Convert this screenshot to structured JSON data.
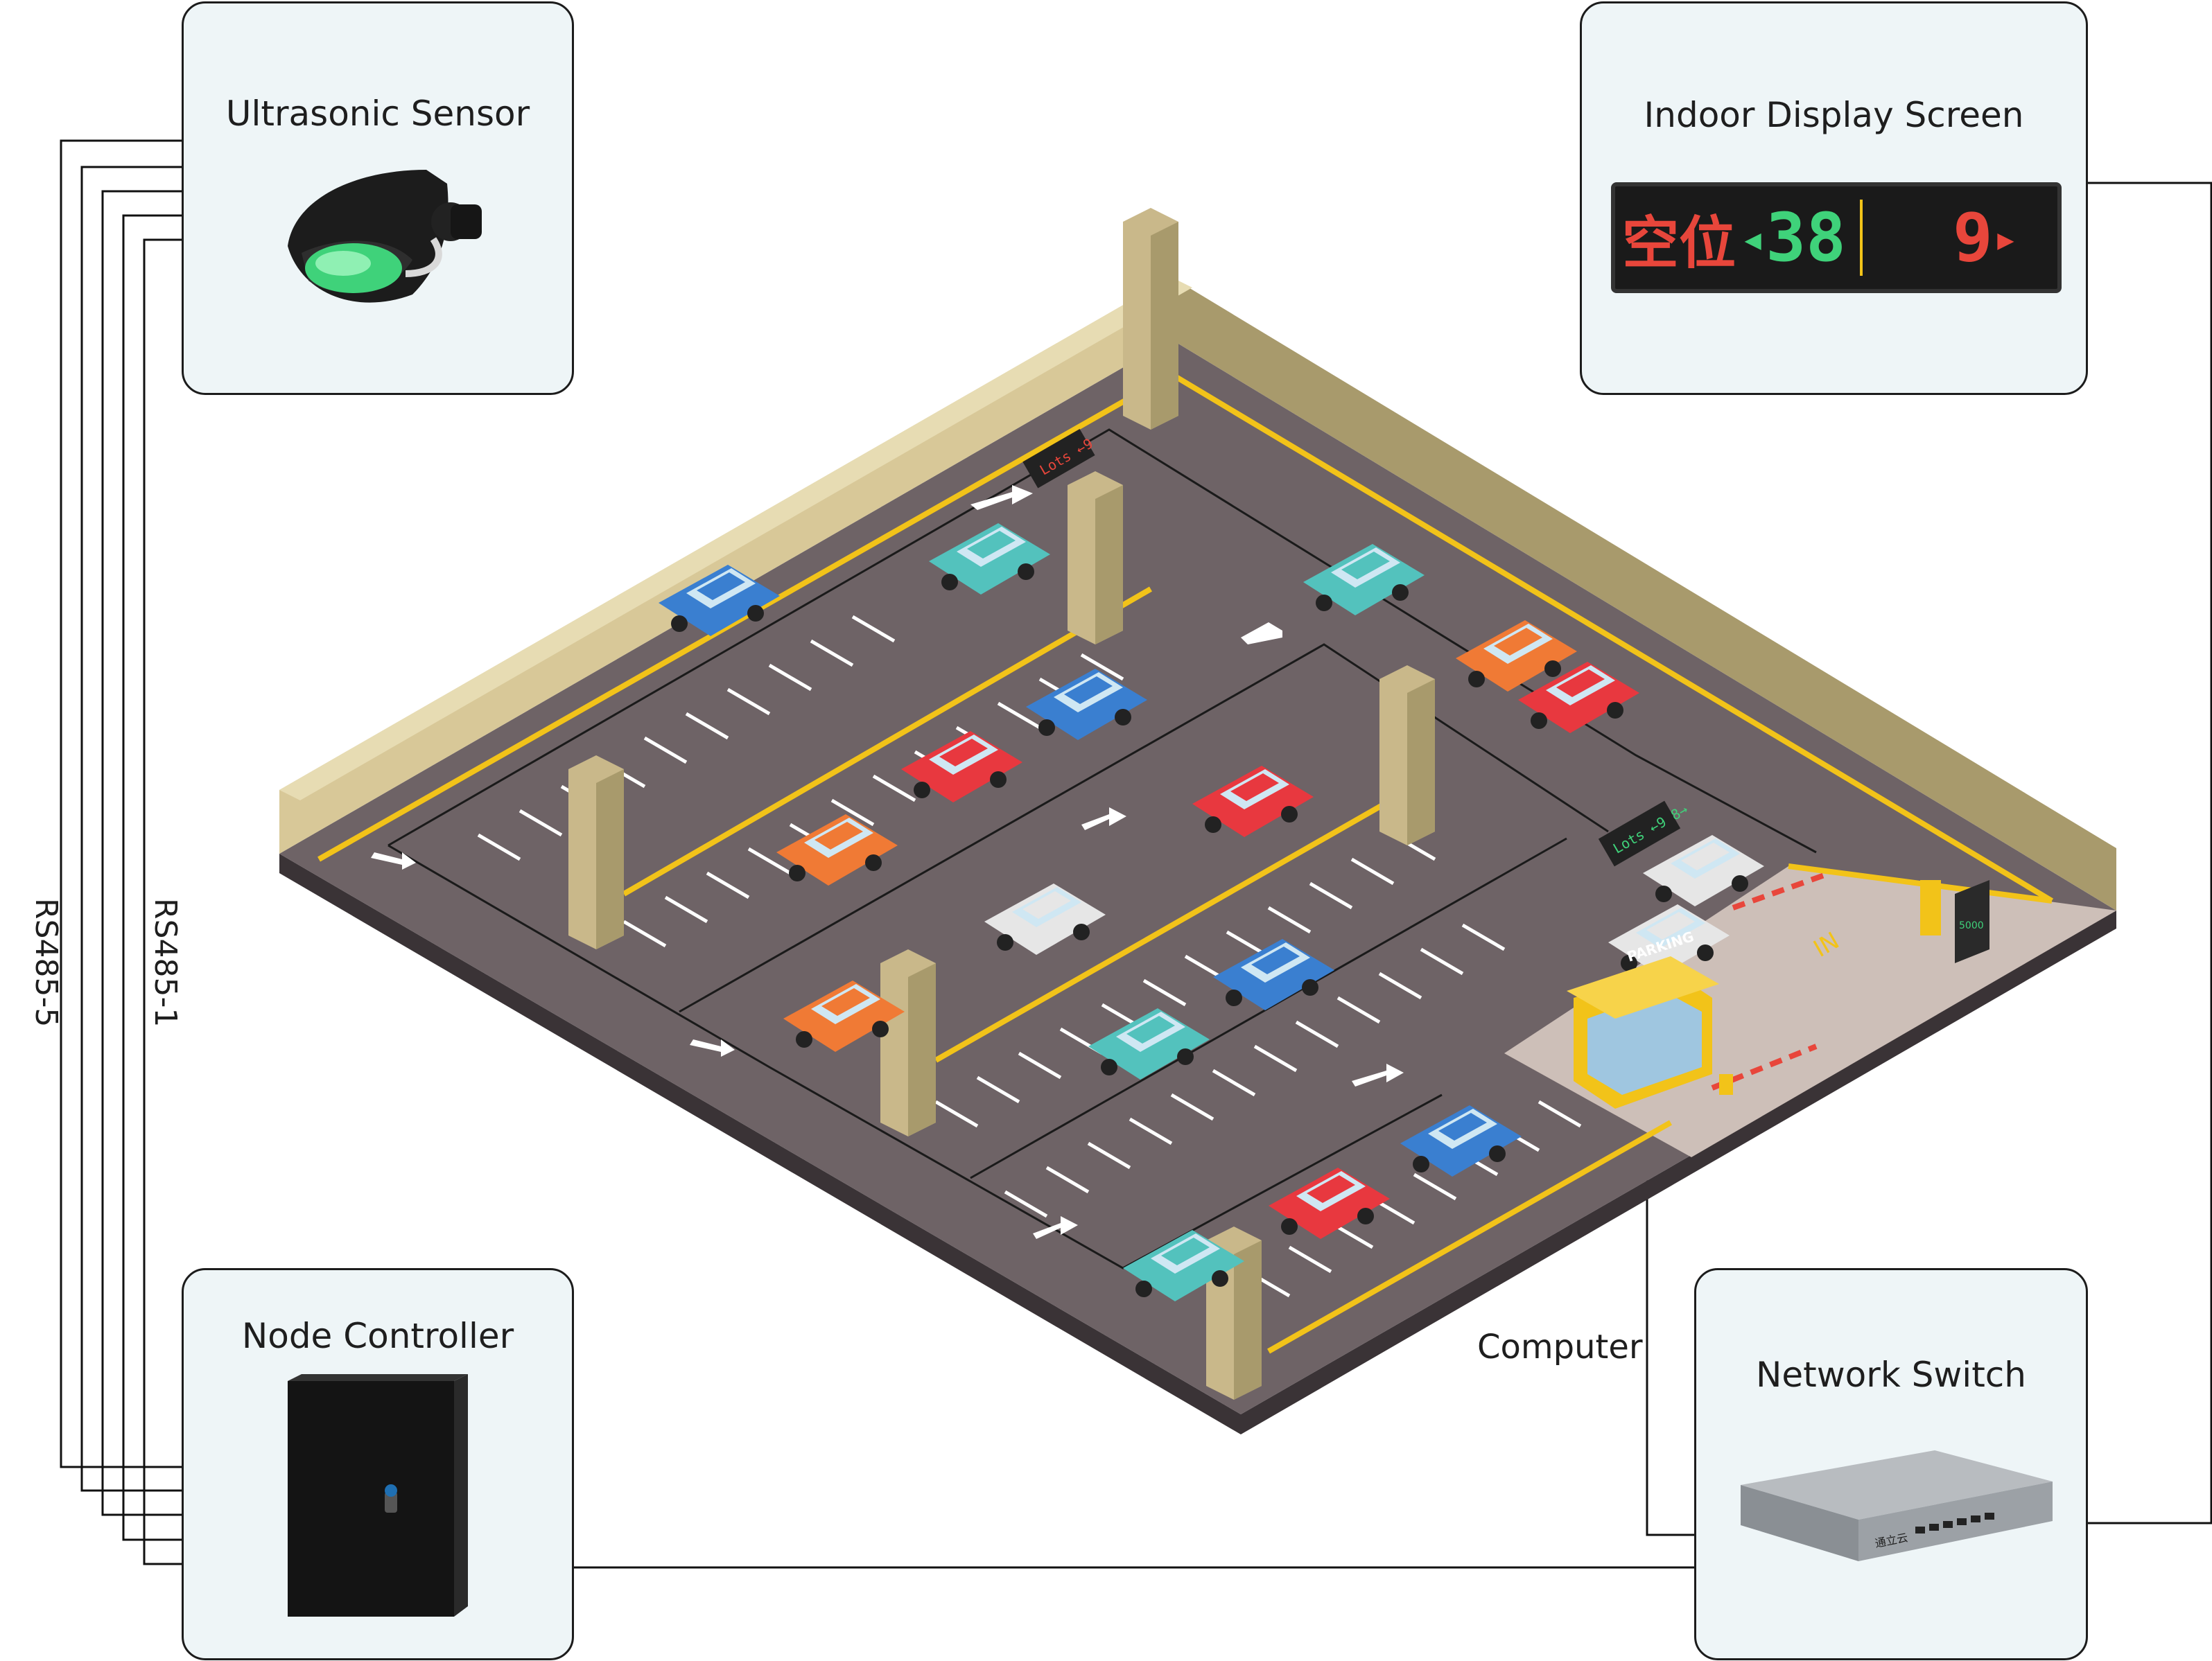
{
  "devices": {
    "ultrasonic_sensor": {
      "title": "Ultrasonic Sensor",
      "icon": "ultrasonic-sensor-icon"
    },
    "indoor_display": {
      "title": "Indoor Display Screen",
      "screen_text_left": "空位",
      "screen_count_left": "38",
      "screen_count_right": "9"
    },
    "node_controller": {
      "title": "Node Controller",
      "icon": "cabinet-icon"
    },
    "network_switch": {
      "title": "Network Switch",
      "icon": "switch-icon",
      "brand": "通立云"
    }
  },
  "connections": {
    "bus_label_left": "RS485-5",
    "bus_label_right": "RS485-1",
    "computer_label": "Computer"
  },
  "parking_lot": {
    "entrance_label": "IN",
    "booth_sign": "PARKING",
    "guide_sign_text": "Lots",
    "guide_sign_count_a": "9",
    "guide_sign_count_b": "8",
    "pay_station_number": "5000"
  },
  "colors": {
    "card_bg": "#eef5f7",
    "asphalt": "#6e6366",
    "wall": "#d8c898",
    "curb_yellow": "#f2c319",
    "led_red": "#e8463b",
    "led_green": "#3fd27a"
  }
}
